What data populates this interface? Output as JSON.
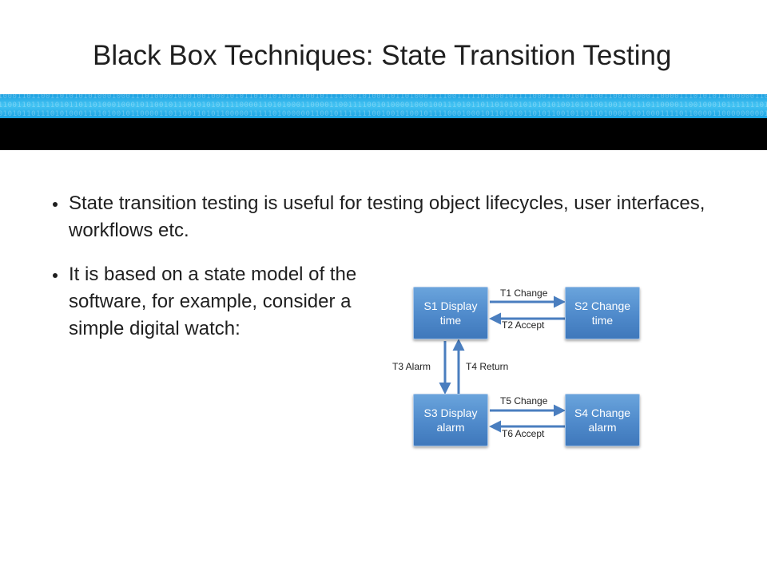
{
  "slide": {
    "title": "Black Box Techniques: State Transition Testing",
    "bullets": [
      "State transition testing is useful for testing object lifecycles, user interfaces, workflows etc.",
      "It is based on a state model of the software, for example, consider a simple digital watch:"
    ]
  },
  "diagram": {
    "states": [
      {
        "id": "S1",
        "label": "S1 Display time"
      },
      {
        "id": "S2",
        "label": "S2 Change time"
      },
      {
        "id": "S3",
        "label": "S3 Display alarm"
      },
      {
        "id": "S4",
        "label": "S4 Change alarm"
      }
    ],
    "transitions": [
      {
        "id": "T1",
        "label": "T1 Change",
        "from": "S1",
        "to": "S2"
      },
      {
        "id": "T2",
        "label": "T2 Accept",
        "from": "S2",
        "to": "S1"
      },
      {
        "id": "T3",
        "label": "T3 Alarm",
        "from": "S1",
        "to": "S3"
      },
      {
        "id": "T4",
        "label": "T4 Return",
        "from": "S3",
        "to": "S1"
      },
      {
        "id": "T5",
        "label": "T5 Change",
        "from": "S3",
        "to": "S4"
      },
      {
        "id": "T6",
        "label": "T6 Accept",
        "from": "S4",
        "to": "S3"
      }
    ]
  },
  "colors": {
    "node_fill": "#4f8acb",
    "arrow": "#4a7ebf",
    "band_blue": "#1aa3e4",
    "band_black": "#000000"
  }
}
